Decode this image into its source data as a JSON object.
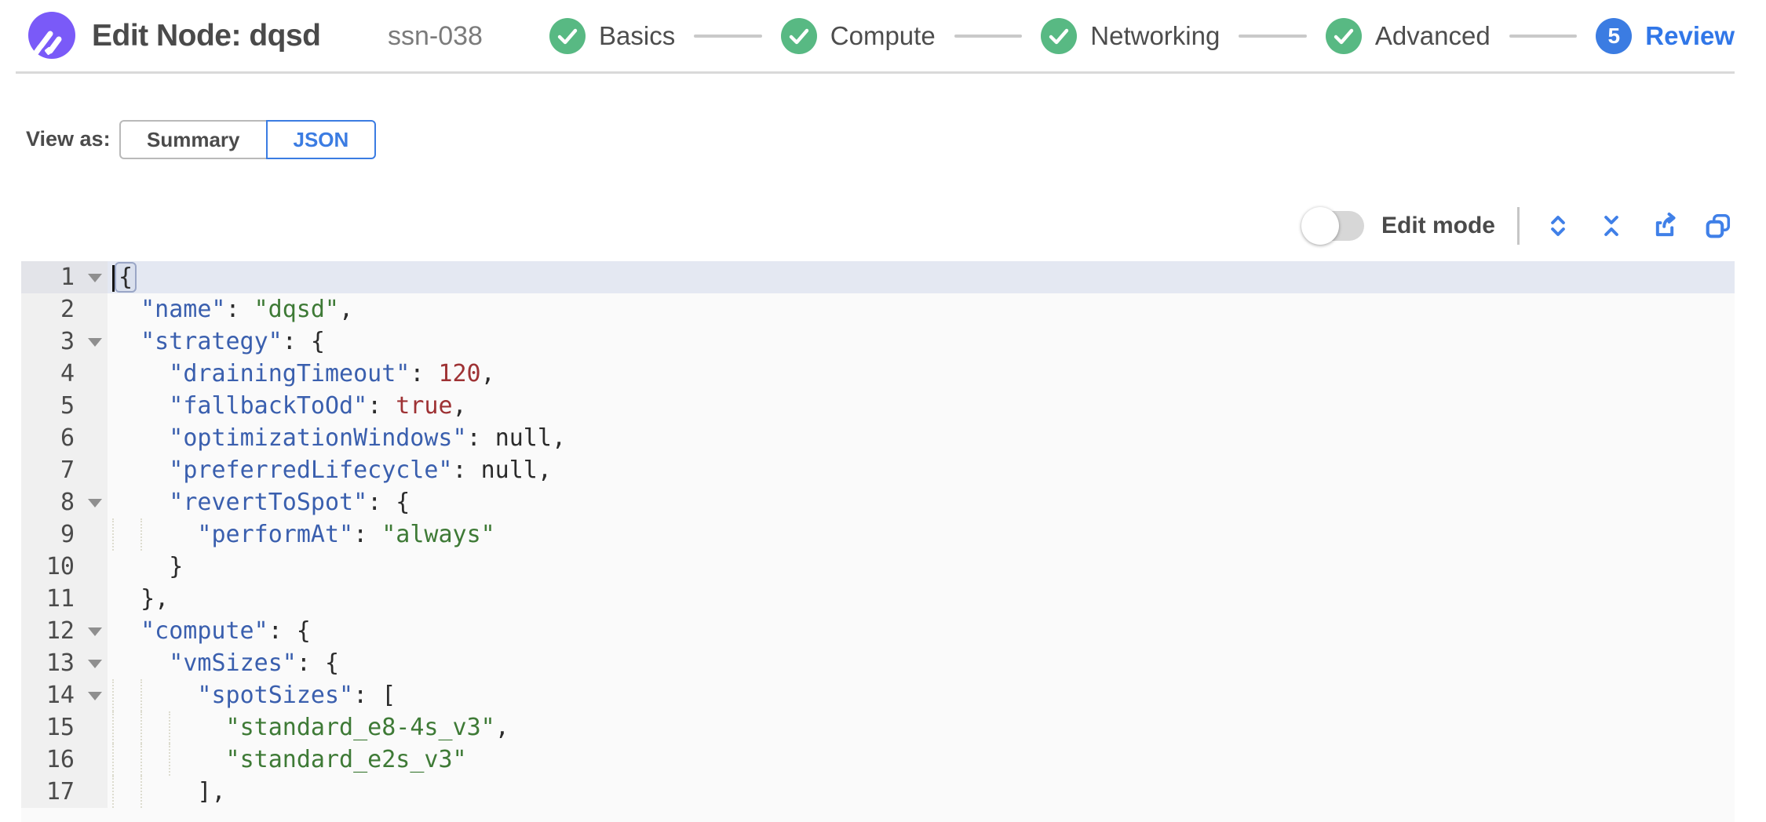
{
  "header": {
    "logo": "spot-logo-icon",
    "title": "Edit Node: dqsd",
    "subtitle": "ssn-038",
    "steps": [
      {
        "label": "Basics",
        "state": "complete"
      },
      {
        "label": "Compute",
        "state": "complete"
      },
      {
        "label": "Networking",
        "state": "complete"
      },
      {
        "label": "Advanced",
        "state": "complete"
      },
      {
        "label": "Review",
        "state": "current",
        "number": "5"
      }
    ]
  },
  "view_as": {
    "label": "View as:",
    "options": [
      {
        "label": "Summary",
        "selected": false
      },
      {
        "label": "JSON",
        "selected": true
      }
    ]
  },
  "toolbar": {
    "edit_mode_label": "Edit mode",
    "edit_mode_enabled": false,
    "icons": [
      "expand-all-icon",
      "collapse-all-icon",
      "export-icon",
      "copy-icon"
    ]
  },
  "colors": {
    "accent_blue": "#3b7ce2",
    "step_complete_green": "#58b983",
    "logo_purple": "#7a5af8",
    "editor_background": "#fafafa",
    "gutter_background": "#f0f0f0",
    "active_line_highlight": "#e4e8f2",
    "key_blue": "#3a5fae",
    "string_green": "#3e7a36",
    "number_red": "#9e3234"
  },
  "editor": {
    "language": "json",
    "active_line": 1,
    "lines": [
      {
        "num": 1,
        "indent": 0,
        "fold": true,
        "active": true,
        "cursor": true,
        "tokens": [
          {
            "t": "brk",
            "v": "{"
          }
        ]
      },
      {
        "num": 2,
        "indent": 2,
        "tokens": [
          {
            "t": "key",
            "v": "\"name\""
          },
          {
            "t": "p",
            "v": ": "
          },
          {
            "t": "str",
            "v": "\"dqsd\""
          },
          {
            "t": "p",
            "v": ","
          }
        ]
      },
      {
        "num": 3,
        "indent": 2,
        "fold": true,
        "tokens": [
          {
            "t": "key",
            "v": "\"strategy\""
          },
          {
            "t": "p",
            "v": ": {"
          }
        ]
      },
      {
        "num": 4,
        "indent": 4,
        "tokens": [
          {
            "t": "key",
            "v": "\"drainingTimeout\""
          },
          {
            "t": "p",
            "v": ": "
          },
          {
            "t": "num",
            "v": "120"
          },
          {
            "t": "p",
            "v": ","
          }
        ]
      },
      {
        "num": 5,
        "indent": 4,
        "tokens": [
          {
            "t": "key",
            "v": "\"fallbackToOd\""
          },
          {
            "t": "p",
            "v": ": "
          },
          {
            "t": "bool",
            "v": "true"
          },
          {
            "t": "p",
            "v": ","
          }
        ]
      },
      {
        "num": 6,
        "indent": 4,
        "tokens": [
          {
            "t": "key",
            "v": "\"optimizationWindows\""
          },
          {
            "t": "p",
            "v": ": "
          },
          {
            "t": "nul",
            "v": "null"
          },
          {
            "t": "p",
            "v": ","
          }
        ]
      },
      {
        "num": 7,
        "indent": 4,
        "tokens": [
          {
            "t": "key",
            "v": "\"preferredLifecycle\""
          },
          {
            "t": "p",
            "v": ": "
          },
          {
            "t": "nul",
            "v": "null"
          },
          {
            "t": "p",
            "v": ","
          }
        ]
      },
      {
        "num": 8,
        "indent": 4,
        "fold": true,
        "tokens": [
          {
            "t": "key",
            "v": "\"revertToSpot\""
          },
          {
            "t": "p",
            "v": ": {"
          }
        ]
      },
      {
        "num": 9,
        "indent": 6,
        "tokens": [
          {
            "t": "key",
            "v": "\"performAt\""
          },
          {
            "t": "p",
            "v": ": "
          },
          {
            "t": "str",
            "v": "\"always\""
          }
        ]
      },
      {
        "num": 10,
        "indent": 4,
        "tokens": [
          {
            "t": "p",
            "v": "}"
          }
        ]
      },
      {
        "num": 11,
        "indent": 2,
        "tokens": [
          {
            "t": "p",
            "v": "},"
          }
        ]
      },
      {
        "num": 12,
        "indent": 2,
        "fold": true,
        "tokens": [
          {
            "t": "key",
            "v": "\"compute\""
          },
          {
            "t": "p",
            "v": ": {"
          }
        ]
      },
      {
        "num": 13,
        "indent": 4,
        "fold": true,
        "tokens": [
          {
            "t": "key",
            "v": "\"vmSizes\""
          },
          {
            "t": "p",
            "v": ": {"
          }
        ]
      },
      {
        "num": 14,
        "indent": 6,
        "fold": true,
        "tokens": [
          {
            "t": "key",
            "v": "\"spotSizes\""
          },
          {
            "t": "p",
            "v": ": ["
          }
        ]
      },
      {
        "num": 15,
        "indent": 8,
        "tokens": [
          {
            "t": "str",
            "v": "\"standard_e8-4s_v3\""
          },
          {
            "t": "p",
            "v": ","
          }
        ]
      },
      {
        "num": 16,
        "indent": 8,
        "tokens": [
          {
            "t": "str",
            "v": "\"standard_e2s_v3\""
          }
        ]
      },
      {
        "num": 17,
        "indent": 6,
        "tokens": [
          {
            "t": "p",
            "v": "],"
          }
        ]
      }
    ]
  }
}
